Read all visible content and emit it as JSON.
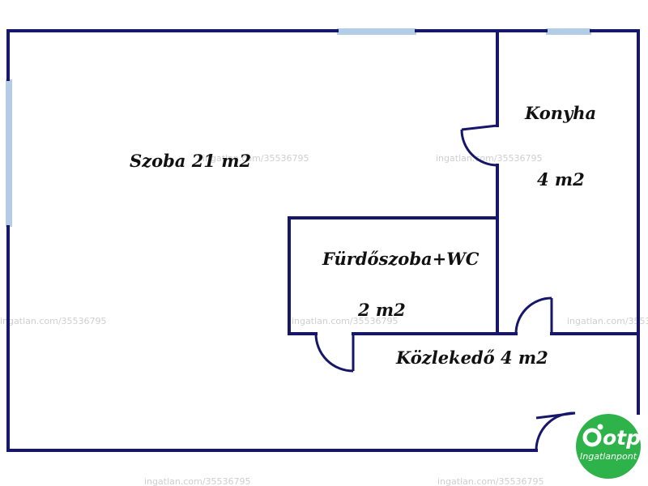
{
  "colors": {
    "wall": "#16166b",
    "window": "#b3cde6",
    "logo_green": "#2db34a"
  },
  "rooms": [
    {
      "name": "Szoba 21 m2"
    },
    {
      "name": "Konyha"
    },
    {
      "name": "4 m2"
    },
    {
      "name": "Fürdőszoba+WC"
    },
    {
      "name": "2 m2"
    },
    {
      "name": "Közlekedő 4 m2"
    }
  ],
  "watermark": "ingatlan.com/35536795",
  "logo": {
    "brand": "otp",
    "sub": "Ingatlanpont"
  }
}
